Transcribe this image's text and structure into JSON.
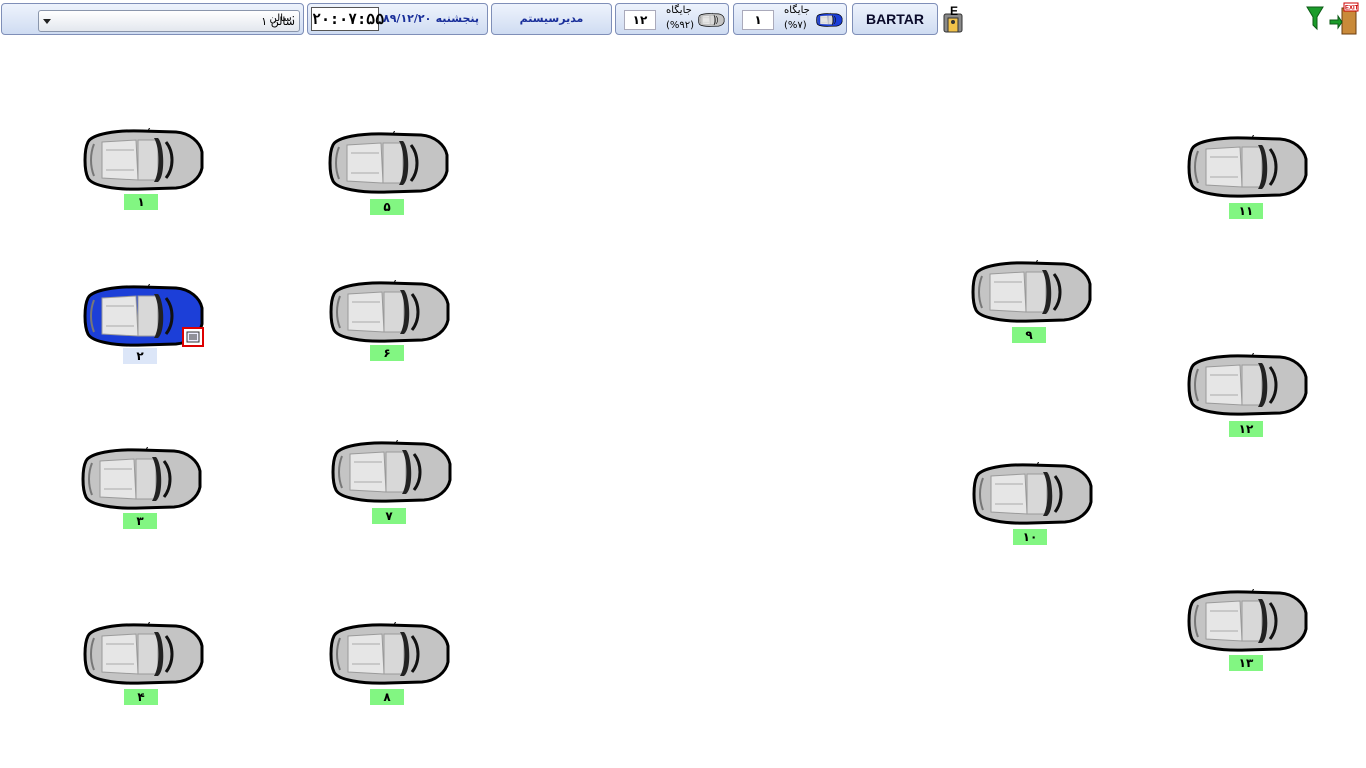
{
  "toolbar": {
    "hall_label": ":سالن",
    "hall_select_value": "سالن ۱",
    "clock": "۲۰:۰۷:۵۵",
    "date": "۸۹/۱۲/۲۰",
    "day": "پنجشنبه",
    "user": "مدیرسیستم",
    "empty_slots": {
      "label": "جایگاه",
      "count": "۱۲",
      "percent": "(%۹۲)"
    },
    "occupied_slots": {
      "label": "جایگاه",
      "count": "۱",
      "percent": "(%۷)"
    },
    "brand": "BARTAR",
    "lang_icon": "language-switch-icon",
    "filter_icon": "filter-funnel-icon",
    "exit_icon": "exit-door-icon",
    "exit_sign_text": "EXIT",
    "lang_letter": "E"
  },
  "slots": [
    {
      "number": "۱",
      "status": "empty"
    },
    {
      "number": "۲",
      "status": "occupied"
    },
    {
      "number": "۳",
      "status": "empty"
    },
    {
      "number": "۴",
      "status": "empty"
    },
    {
      "number": "۵",
      "status": "empty"
    },
    {
      "number": "۶",
      "status": "empty"
    },
    {
      "number": "۷",
      "status": "empty"
    },
    {
      "number": "۸",
      "status": "empty"
    },
    {
      "number": "۹",
      "status": "empty"
    },
    {
      "number": "۱۰",
      "status": "empty"
    },
    {
      "number": "۱۱",
      "status": "empty"
    },
    {
      "number": "۱۲",
      "status": "empty"
    },
    {
      "number": "۱۳",
      "status": "empty"
    }
  ],
  "colors": {
    "empty_label": "#82f682",
    "occupied_label": "#dce6f8",
    "occupied_car": "#1c3fd8",
    "empty_car": "#c4c4c4",
    "header_text": "#1a2f9a"
  }
}
